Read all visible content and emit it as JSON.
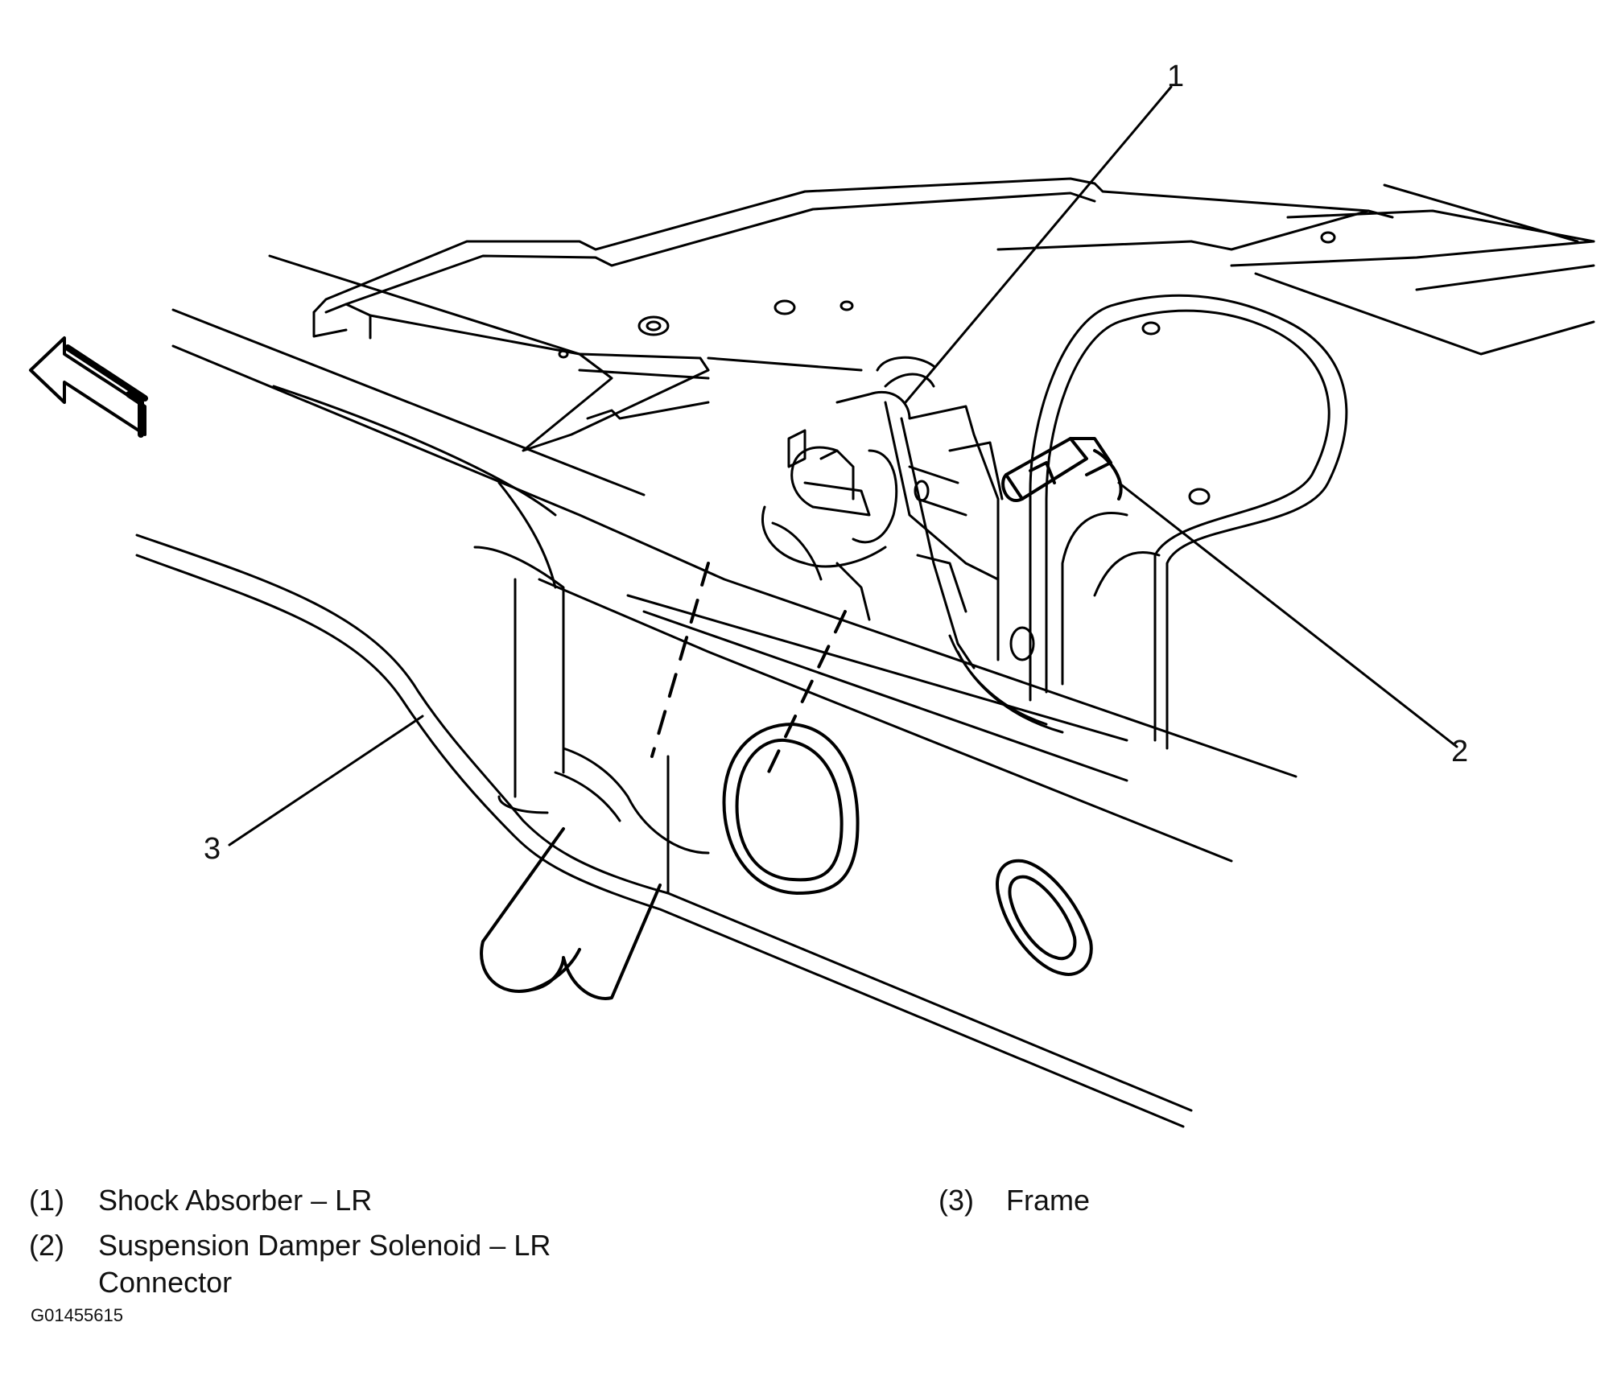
{
  "callouts": [
    {
      "number": "1",
      "target": "Shock Absorber – LR"
    },
    {
      "number": "2",
      "target": "Suspension Damper Solenoid – LR Connector"
    },
    {
      "number": "3",
      "target": "Frame"
    }
  ],
  "legend": {
    "items": [
      {
        "num": "(1)",
        "line1": "Shock Absorber – LR",
        "line2": ""
      },
      {
        "num": "(2)",
        "line1": "Suspension Damper Solenoid – LR",
        "line2": "Connector"
      },
      {
        "num": "(3)",
        "line1": "Frame",
        "line2": ""
      }
    ]
  },
  "figure_id": "G01455615",
  "icons": {
    "direction": "forward-arrow-icon"
  }
}
